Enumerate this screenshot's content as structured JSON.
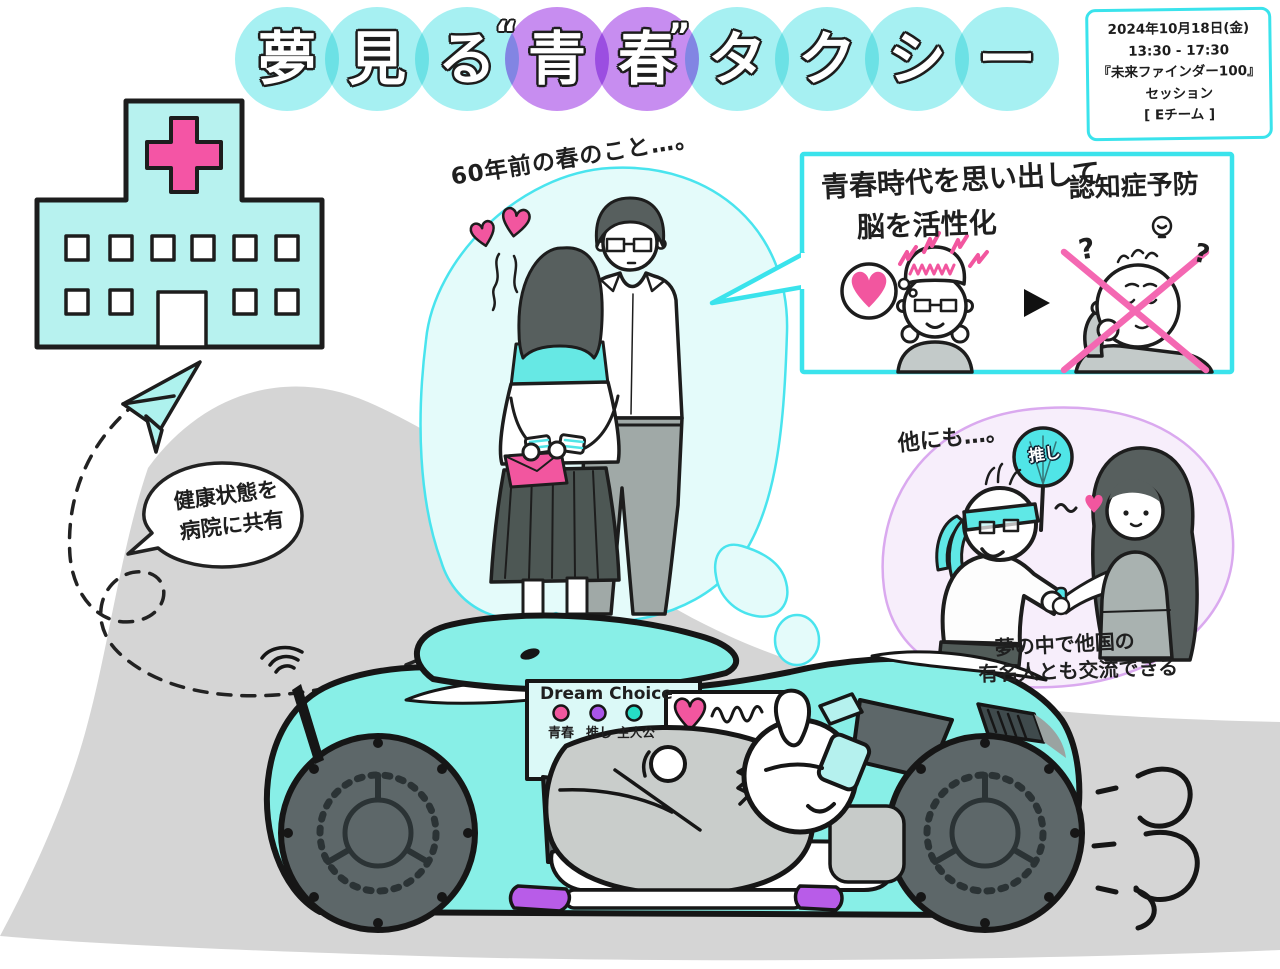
{
  "title": {
    "text": "夢見る“青春”タクシー",
    "chars": [
      "夢",
      "見",
      "る",
      "青",
      "春",
      "タ",
      "ク",
      "シ",
      "ー"
    ],
    "quote_open": "“",
    "quote_close": "”",
    "circle_colors": {
      "cyan": "#a6f0f2",
      "purple": "#c78df0"
    }
  },
  "session_note": {
    "lines": [
      "2024年10月18日(金)",
      "13:30 - 17:30",
      "『未来ファインダー100』",
      "セッション",
      "[ Eチーム ]"
    ]
  },
  "memory_bubble": {
    "caption": "60年前の春のこと…。"
  },
  "benefit_box": {
    "line1": "青春時代を思い出して",
    "line2": "脳を活性化",
    "result_label": "認知症予防",
    "question_marks": [
      "?",
      "?"
    ]
  },
  "dream_bubble": {
    "intro": "他にも…。",
    "fan_label": "推し",
    "caption_line1": "夢の中で他国の",
    "caption_line2": "有名人とも交流できる"
  },
  "health_bubble": {
    "line1": "健康状態を",
    "line2": "病院に共有"
  },
  "taxi": {
    "panel_title": "Dream Choice",
    "options": [
      {
        "label": "青春",
        "color": "#f0589e"
      },
      {
        "label": "推し",
        "color": "#aa55e8"
      },
      {
        "label": "主人公",
        "color": "#26ddc4"
      }
    ]
  },
  "palette": {
    "cyan_car": "#88efe7",
    "cyan_pale_bubble": "#e4fbfa",
    "cyan_outline": "#3ae3ec",
    "cyan_bright": "#50e5e7",
    "purple_pale_bubble": "#f7eefb",
    "purple_outline": "#daa9ef",
    "purple_accent": "#b85ce8",
    "pink": "#f2569f",
    "pink_cross": "#f455a5",
    "road_gray": "#d5d5d5",
    "wheel_gray": "#5d6769",
    "ink": "#1d1d1d"
  }
}
